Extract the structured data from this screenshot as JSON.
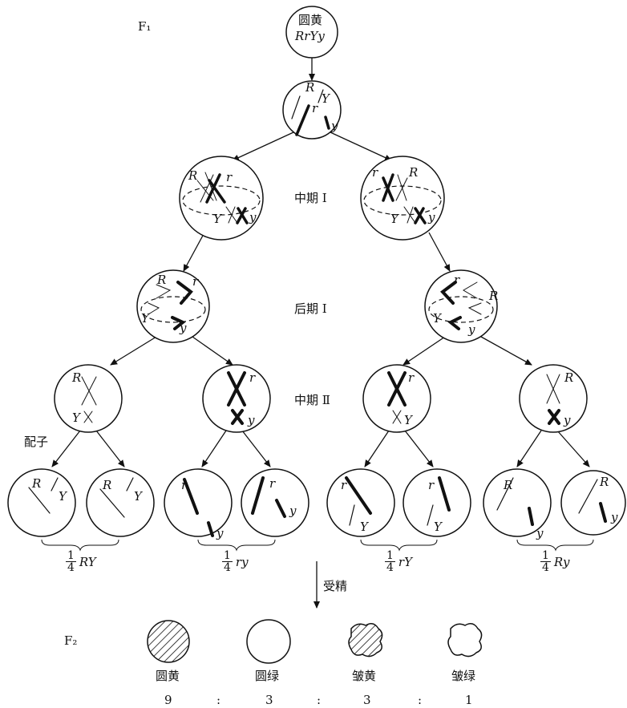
{
  "f1_label": "F₁",
  "f2_label": "F₂",
  "parent": {
    "phenotype": "圆黄",
    "genotype": "RrYy"
  },
  "stages": {
    "metaphase1": "中期 Ⅰ",
    "anaphase1": "后期 Ⅰ",
    "metaphase2": "中期 Ⅱ"
  },
  "gametes_label": "配子",
  "fertilization_label": "受精",
  "gamete_groups": [
    {
      "numerator": "1",
      "denominator": "4",
      "genotype": "RY"
    },
    {
      "numerator": "1",
      "denominator": "4",
      "genotype": "ry"
    },
    {
      "numerator": "1",
      "denominator": "4",
      "genotype": "rY"
    },
    {
      "numerator": "1",
      "denominator": "4",
      "genotype": "Ry"
    }
  ],
  "f2_phenotypes": [
    "圆黄",
    "圆绿",
    "皱黄",
    "皱绿"
  ],
  "ratio": {
    "values": [
      "9",
      "3",
      "3",
      "1"
    ],
    "separator": ":"
  },
  "alleles": {
    "R": "R",
    "r": "r",
    "Y": "Y",
    "y": "y"
  }
}
